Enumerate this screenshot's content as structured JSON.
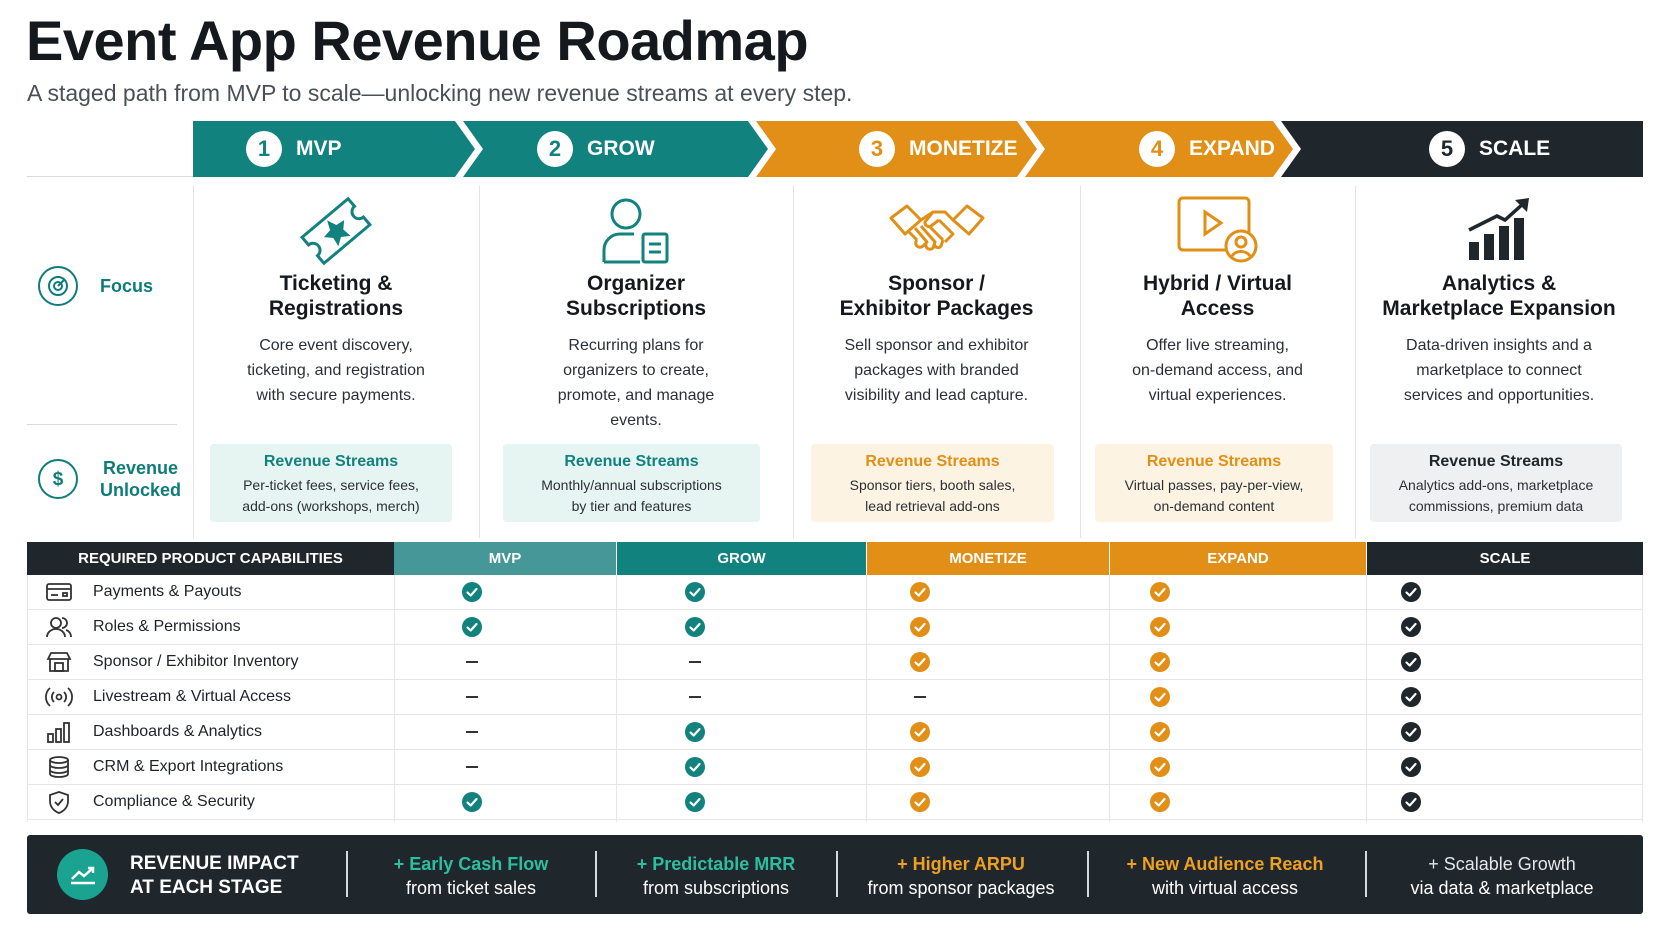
{
  "title": "Event App Revenue Roadmap",
  "subtitle": "A staged path from MVP to scale—unlocking new revenue streams at every step.",
  "colors": {
    "teal": "#12827f",
    "orange": "#e18f16",
    "dark": "#1f262c",
    "teal_light": "#e6f4f2",
    "orange_light": "#fdf3e2",
    "gray_light": "#eef0f1"
  },
  "stages": [
    {
      "num": "1",
      "label": "MVP"
    },
    {
      "num": "2",
      "label": "GROW"
    },
    {
      "num": "3",
      "label": "MONETIZE"
    },
    {
      "num": "4",
      "label": "EXPAND"
    },
    {
      "num": "5",
      "label": "SCALE"
    }
  ],
  "row_labels": {
    "focus": "Focus",
    "revenue": "Revenue\nUnlocked"
  },
  "columns": [
    {
      "icon": "ticket-icon",
      "title": "Ticketing &\nRegistrations",
      "desc": "Core event discovery,\nticketing, and registration\nwith secure payments.",
      "rev_head": "Revenue Streams",
      "rev_text": "Per-ticket fees, service fees,\nadd-ons (workshops, merch)"
    },
    {
      "icon": "organizer-icon",
      "title": "Organizer\nSubscriptions",
      "desc": "Recurring plans for\norganizers to create,\npromote, and manage\nevents.",
      "rev_head": "Revenue Streams",
      "rev_text": "Monthly/annual subscriptions\nby tier and features"
    },
    {
      "icon": "handshake-icon",
      "title": "Sponsor /\nExhibitor Packages",
      "desc": "Sell sponsor and exhibitor\npackages with branded\nvisibility and lead capture.",
      "rev_head": "Revenue Streams",
      "rev_text": "Sponsor tiers, booth sales,\nlead retrieval add-ons"
    },
    {
      "icon": "video-user-icon",
      "title": "Hybrid / Virtual\nAccess",
      "desc": "Offer live streaming,\non-demand access, and\nvirtual experiences.",
      "rev_head": "Revenue Streams",
      "rev_text": "Virtual passes, pay-per-view,\non-demand content"
    },
    {
      "icon": "growth-chart-icon",
      "title": "Analytics &\nMarketplace Expansion",
      "desc": "Data-driven insights and a\nmarketplace to connect\nservices and opportunities.",
      "rev_head": "Revenue Streams",
      "rev_text": "Analytics add-ons, marketplace\ncommissions, premium data"
    }
  ],
  "table": {
    "header": "REQUIRED PRODUCT CAPABILITIES",
    "stage_headers": [
      "MVP",
      "GROW",
      "MONETIZE",
      "EXPAND",
      "SCALE"
    ],
    "rows": [
      {
        "icon": "card-icon",
        "label": "Payments & Payouts",
        "marks": [
          1,
          1,
          1,
          1,
          1
        ]
      },
      {
        "icon": "users-icon",
        "label": "Roles & Permissions",
        "marks": [
          1,
          1,
          1,
          1,
          1
        ]
      },
      {
        "icon": "booth-icon",
        "label": "Sponsor / Exhibitor Inventory",
        "marks": [
          0,
          0,
          1,
          1,
          1
        ]
      },
      {
        "icon": "broadcast-icon",
        "label": "Livestream & Virtual Access",
        "marks": [
          0,
          0,
          0,
          1,
          1
        ]
      },
      {
        "icon": "bar-chart-icon",
        "label": "Dashboards & Analytics",
        "marks": [
          0,
          1,
          1,
          1,
          1
        ]
      },
      {
        "icon": "database-icon",
        "label": "CRM & Export Integrations",
        "marks": [
          0,
          1,
          1,
          1,
          1
        ]
      },
      {
        "icon": "shield-icon",
        "label": "Compliance & Security",
        "marks": [
          1,
          1,
          1,
          1,
          1
        ]
      }
    ]
  },
  "footer": {
    "title": "REVENUE IMPACT\nAT EACH STAGE",
    "items": [
      {
        "head": "+ Early Cash Flow",
        "sub": "from ticket sales"
      },
      {
        "head": "+ Predictable MRR",
        "sub": "from subscriptions"
      },
      {
        "head": "+ Higher ARPU",
        "sub": "from sponsor packages"
      },
      {
        "head": "+ New Audience Reach",
        "sub": "with virtual access"
      },
      {
        "head": "+ Scalable Growth",
        "sub": "via data & marketplace"
      }
    ]
  }
}
